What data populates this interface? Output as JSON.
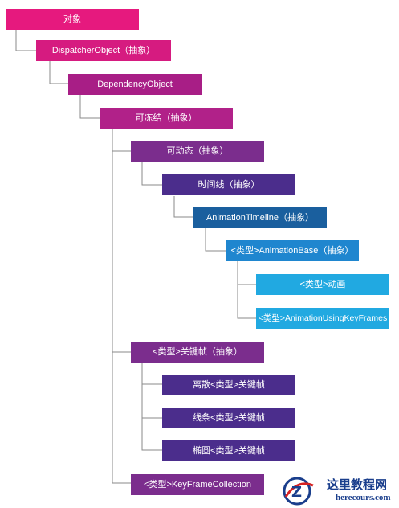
{
  "colors": {
    "level0": "#e6197e",
    "level1": "#d61b80",
    "level2": "#a81e86",
    "level3": "#b12189",
    "level4": "#7b2d8d",
    "level5": "#4b2d8c",
    "level6": "#1a5f9e",
    "level7": "#1f86cf",
    "level8": "#21a9e1",
    "connector": "#8a8a8a"
  },
  "nodes": {
    "object": "对象",
    "dispatcher_object": "DispatcherObject（抽象）",
    "dependency_object": "DependencyObject",
    "freezable": "可冻结（抽象）",
    "animatable": "可动态（抽象）",
    "timeline": "时间线（抽象）",
    "animation_timeline": "AnimationTimeline（抽象）",
    "animation_base": "<类型>AnimationBase（抽象）",
    "type_animation": "<类型>动画",
    "type_animation_keyframes": "<类型>AnimationUsingKeyFrames",
    "type_keyframe": "<类型>关键帧（抽象）",
    "discrete_keyframe": "离散<类型>关键帧",
    "linear_keyframe": "线条<类型>关键帧",
    "spline_keyframe": "椭圆<类型>关键帧",
    "keyframe_collection": "<类型>KeyFrameCollection"
  },
  "watermark": {
    "title": "这里教程网",
    "url": "herecours.com"
  }
}
